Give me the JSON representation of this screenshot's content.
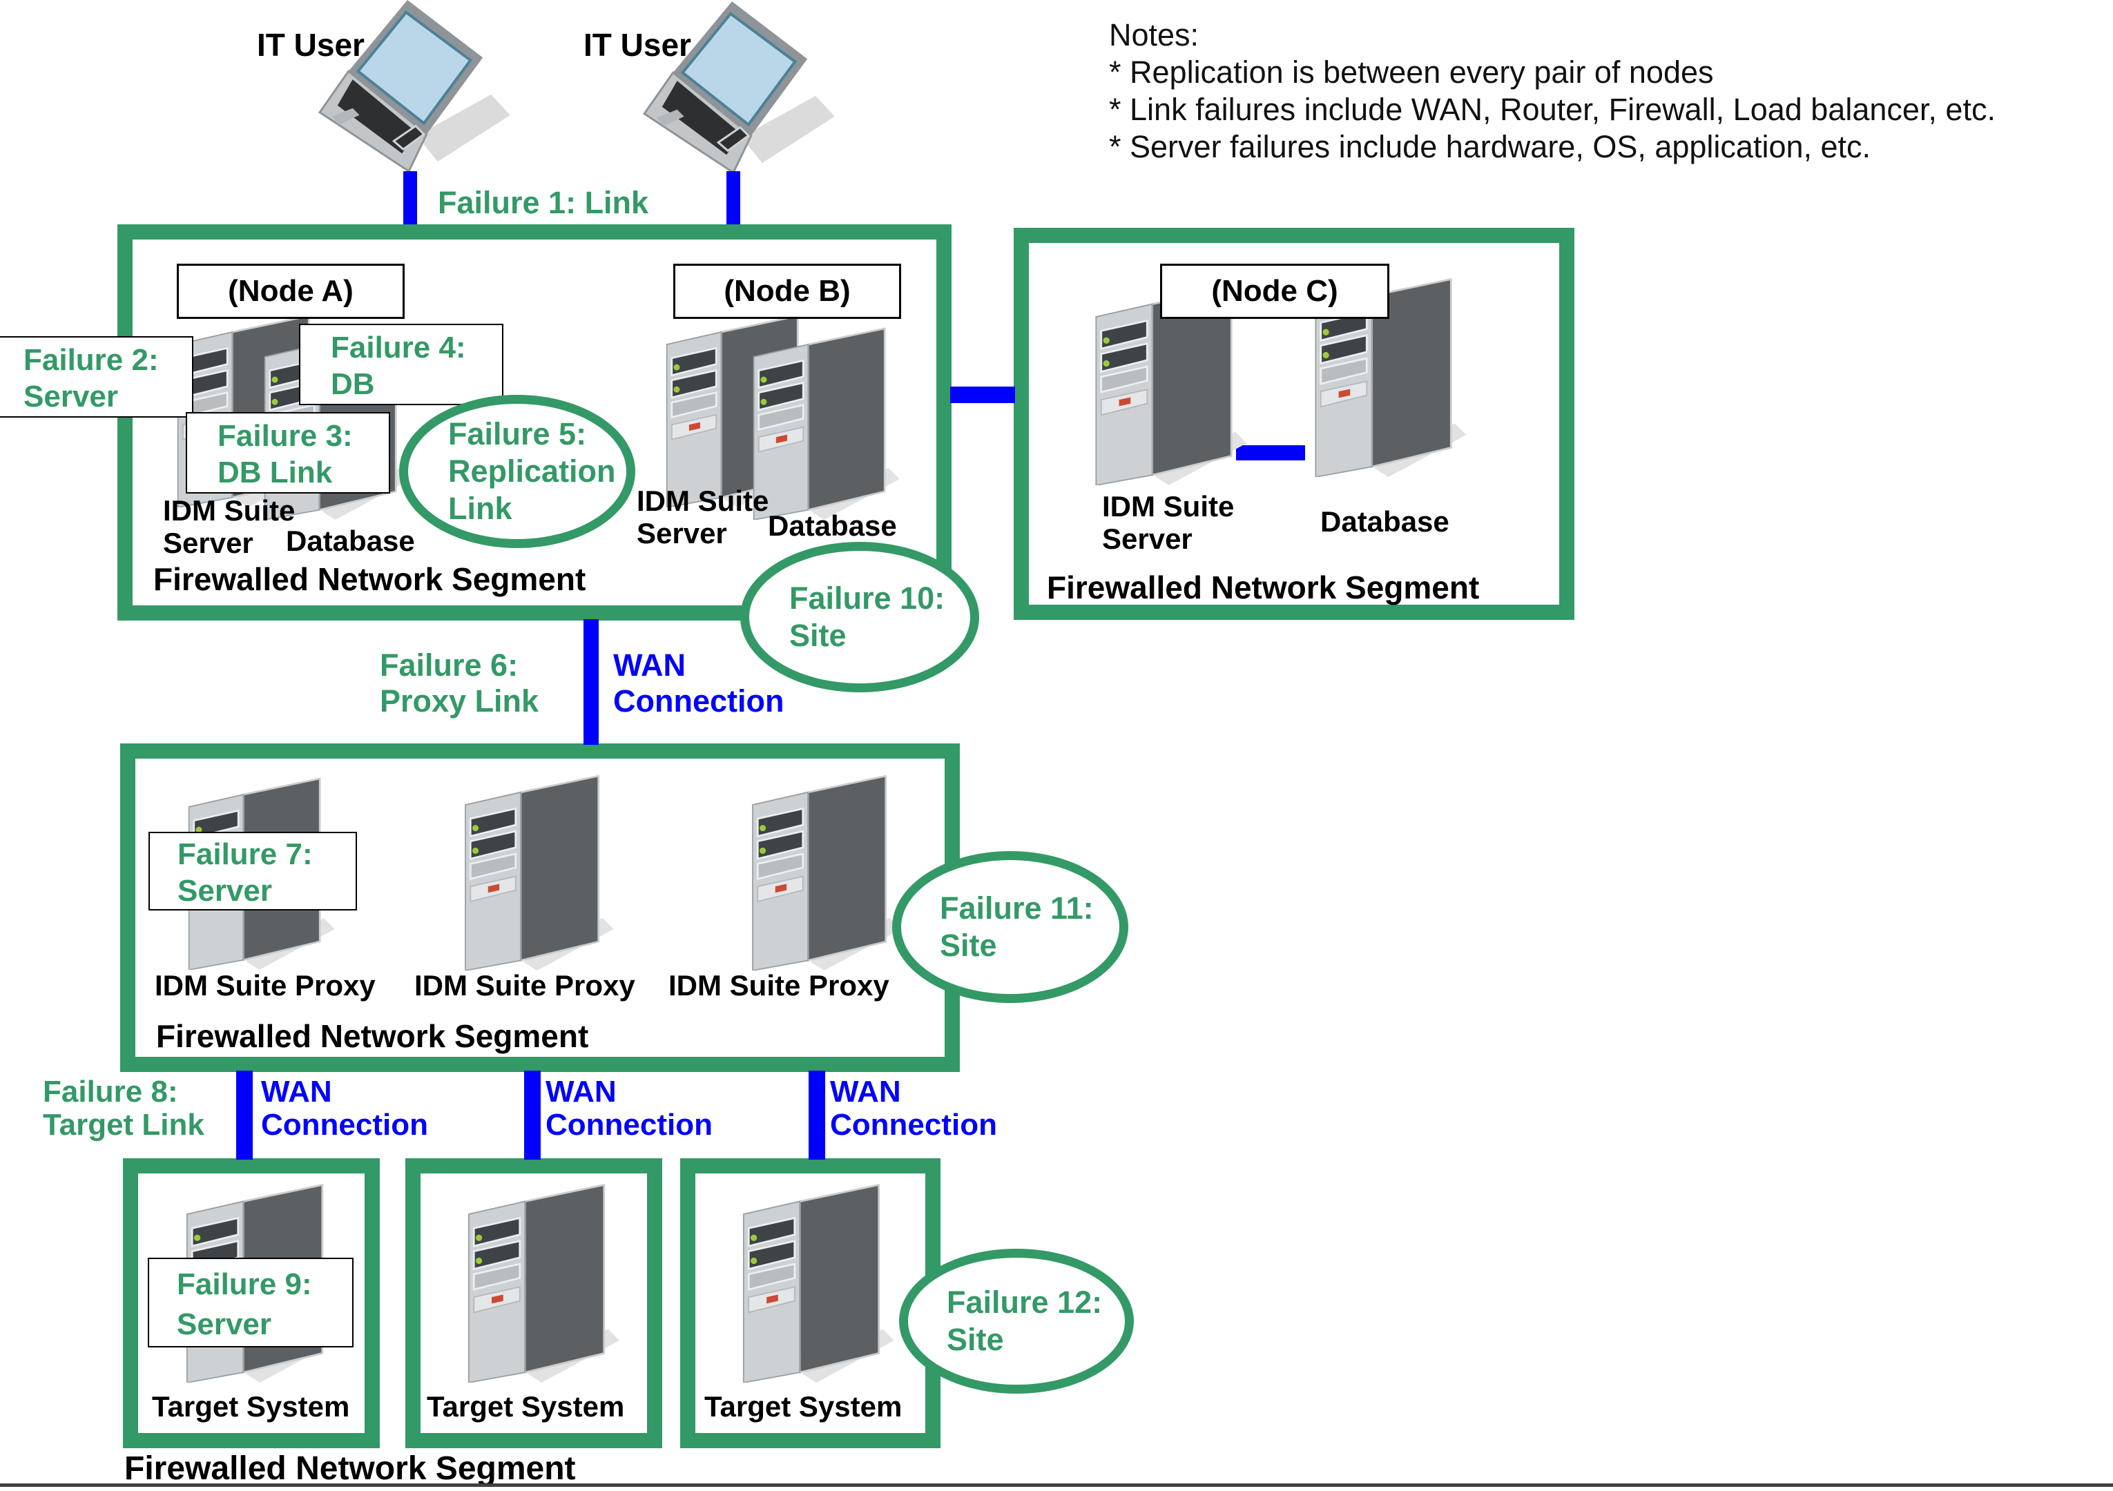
{
  "colors": {
    "segment_green": "#339966",
    "link_blue": "#0000ff",
    "label_black": "#000000",
    "tower_dark": "#5d6063",
    "laptop_screen": "#b9d7e8"
  },
  "notes": {
    "title": "Notes:",
    "bullets": [
      "* Replication is between every pair of nodes",
      "* Link failures include WAN, Router, Firewall, Load balancer, etc.",
      "* Server failures include hardware, OS, application, etc."
    ]
  },
  "header": {
    "it_user_1": "IT User",
    "it_user_2": "IT User"
  },
  "failures": {
    "f1": "Failure 1: Link",
    "f2": "Failure 2:\nServer",
    "f3": "Failure 3:\nDB Link",
    "f4": "Failure 4:\nDB",
    "f5": "Failure 5:\nReplication\nLink",
    "f6": "Failure 6:\nProxy Link",
    "f7": "Failure 7:\nServer",
    "f8": "Failure 8:\nTarget Link",
    "f9": "Failure 9:\nServer",
    "f10": "Failure 10:\nSite",
    "f11": "Failure 11:\nSite",
    "f12": "Failure 12:\nSite"
  },
  "wan": {
    "top": "WAN\nConnection",
    "b1": "WAN\nConnection",
    "b2": "WAN\nConnection",
    "b3": "WAN\nConnection"
  },
  "segment1": {
    "node_a": "(Node A)",
    "node_b": "(Node B)",
    "idm_server_a": "IDM Suite\nServer",
    "database_a": "Database",
    "idm_server_b": "IDM Suite\nServer",
    "database_b": "Database",
    "caption": "Firewalled Network Segment"
  },
  "segment2": {
    "node_c": "(Node C)",
    "idm_server": "IDM Suite\nServer",
    "database": "Database",
    "caption": "Firewalled Network Segment"
  },
  "segment3": {
    "proxies": [
      "IDM Suite Proxy",
      "IDM Suite Proxy",
      "IDM Suite Proxy"
    ],
    "caption": "Firewalled Network Segment"
  },
  "targets": {
    "labels": [
      "Target System",
      "Target System",
      "Target System"
    ],
    "caption": "Firewalled Network Segment"
  }
}
